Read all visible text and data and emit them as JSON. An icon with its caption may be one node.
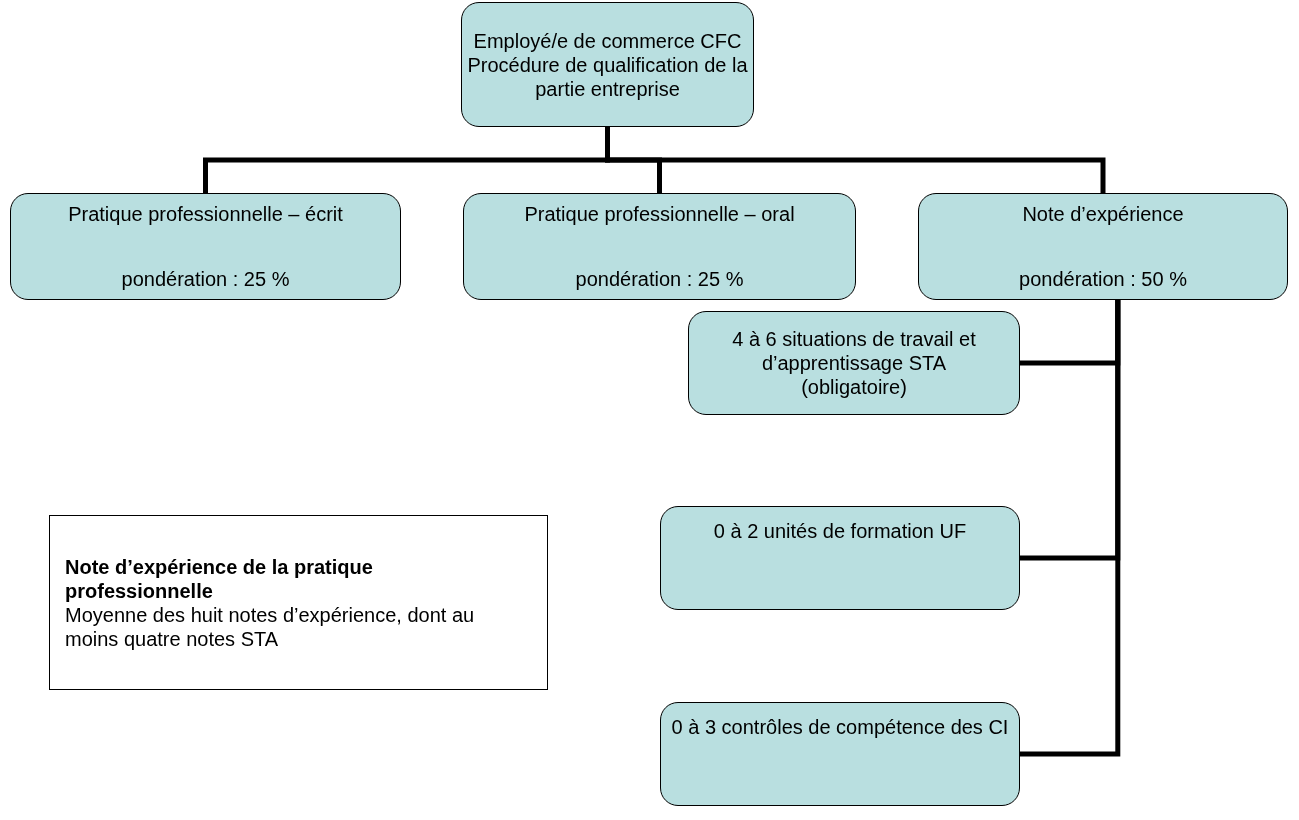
{
  "diagram": {
    "nodes": [
      {
        "text": [
          "Employé/e de commerce CFC Procédure de qualification de la partie entreprise"
        ]
      },
      {
        "text": [
          "Pratique professionnelle – écrit",
          "pondération : 25 %"
        ]
      },
      {
        "text": [
          "Pratique professionnelle – oral",
          "pondération : 25 %"
        ]
      },
      {
        "text": [
          "Note d’expérience",
          "pondération : 50 %"
        ]
      },
      {
        "text": [
          "4 à 6 situations de travail et d’apprentissage STA (obligatoire)"
        ]
      },
      {
        "text": [
          "0 à 2 unités de formation UF"
        ]
      },
      {
        "text": [
          "0 à 3 contrôles de compétence des CI"
        ]
      },
      {
        "text": [
          "Note d’expérience de la pratique professionnelle",
          "Moyenne des huit notes d’expérience, dont au moins quatre notes STA"
        ]
      }
    ],
    "edges": [
      {
        "from": 0,
        "to": 1,
        "arrow": "none"
      },
      {
        "from": 0,
        "to": 2,
        "arrow": "none"
      },
      {
        "from": 0,
        "to": 3,
        "arrow": "none"
      },
      {
        "from": 3,
        "to": 4,
        "arrow": "none"
      },
      {
        "from": 3,
        "to": 5,
        "arrow": "none"
      },
      {
        "from": 3,
        "to": 6,
        "arrow": "none"
      }
    ]
  }
}
